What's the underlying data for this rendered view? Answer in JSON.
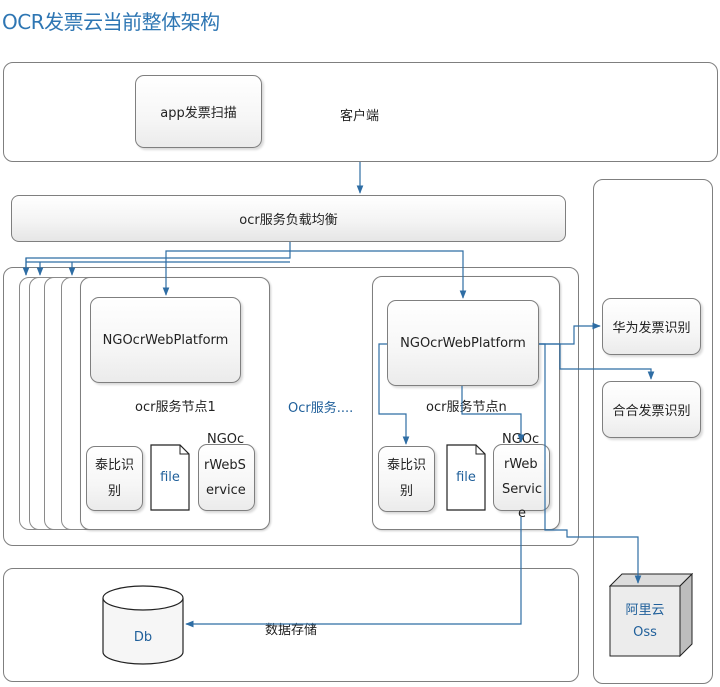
{
  "title": "OCR发票云当前整体架构",
  "client": {
    "app_label": "app发票扫描",
    "label": "客户端"
  },
  "load_balancer": {
    "label": "ocr服务负载均衡"
  },
  "services_ellipsis": "Ocr服务....",
  "node1": {
    "platform": "NGOcrWebPlatform",
    "label": "ocr服务节点1",
    "taibi_line1": "泰比识",
    "taibi_line2": "别",
    "file": "file",
    "ws_line1": "NGOc",
    "ws_line2": "rWebS",
    "ws_line3": "ervice"
  },
  "noden": {
    "platform": "NGOcrWebPlatform",
    "label": "ocr服务节点n",
    "taibi_line1": "泰比识",
    "taibi_line2": "别",
    "file": "file",
    "ws_line1": "NGOc",
    "ws_line2": "rWeb",
    "ws_line3": "Servic",
    "ws_line4": "e"
  },
  "external": {
    "huawei": "华为发票识别",
    "hehe": "合合发票识别",
    "oss_line1": "阿里云",
    "oss_line2": "Oss"
  },
  "storage": {
    "db": "Db",
    "label": "数据存储"
  }
}
